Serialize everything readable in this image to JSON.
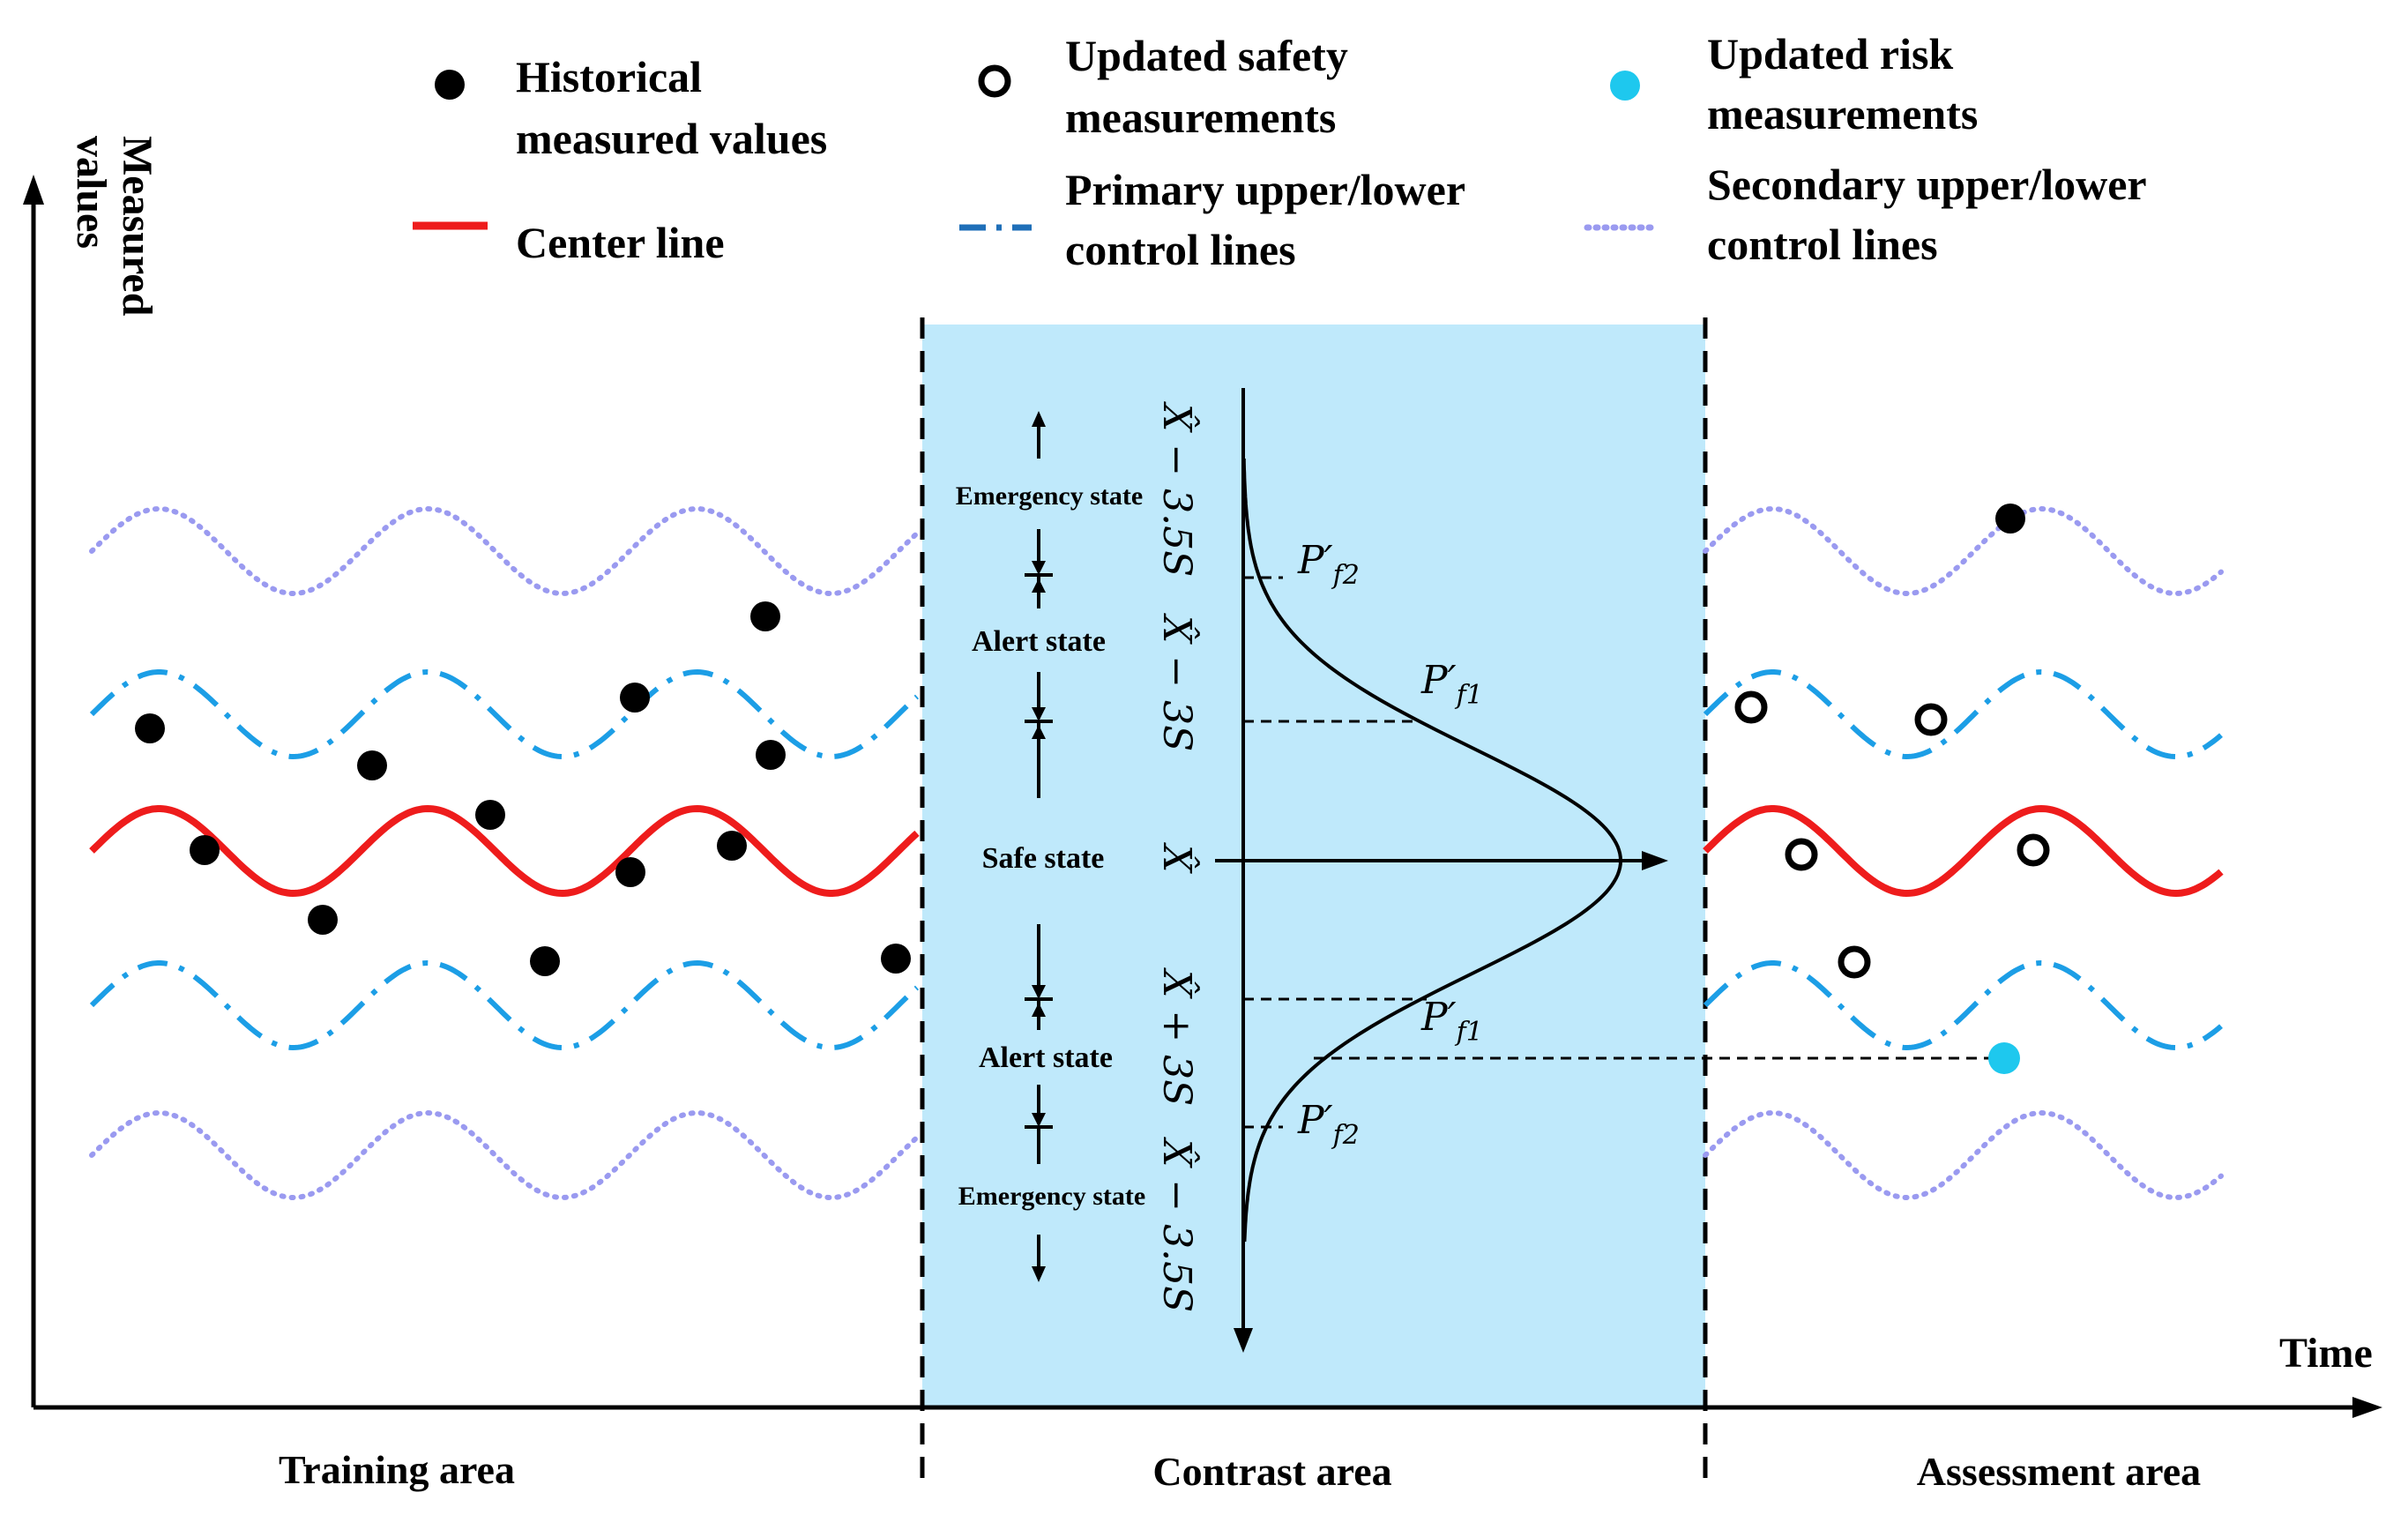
{
  "legend": {
    "historical": "Historical measured values",
    "historical_lines": [
      "Historical",
      "measured values"
    ],
    "updated_safety_lines": [
      "Updated safety",
      "measurements"
    ],
    "updated_risk_lines": [
      "Updated risk",
      "measurements"
    ],
    "center_line": "Center line",
    "primary_lines": [
      "Primary upper/lower",
      "control lines"
    ],
    "secondary_lines": [
      "Secondary upper/lower",
      "control lines"
    ]
  },
  "axes": {
    "y_title_lines": [
      "Measured",
      "values"
    ],
    "x_title": "Time"
  },
  "areas": {
    "training": "Training area",
    "contrast": "Contrast area",
    "assessment": "Assessment area"
  },
  "states": {
    "emergency_top": "Emergency state",
    "alert_top": "Alert state",
    "safe": "Safe state",
    "alert_bottom": "Alert state",
    "emergency_bottom": "Emergency state"
  },
  "formulas": {
    "minus_35": "X̂ − 3.5S",
    "minus_3": "X̂ − 3S",
    "mean": "X̂",
    "plus_3": "X̂ + 3S",
    "minus_35_bottom": "X̂ − 3.5S",
    "pf1_top": "P′f1",
    "pf2_top": "P′f2",
    "pf1_bottom": "P′f1",
    "pf2_bottom": "P′f2"
  },
  "colors": {
    "center_line": "#ee1c1c",
    "primary_line": "#1c9ee6",
    "primary_line_dark": "#1f6fb8",
    "secondary_line": "#9a9af0",
    "contrast_bg": "#bfe9fb",
    "risk_point": "#1ec8ee"
  }
}
